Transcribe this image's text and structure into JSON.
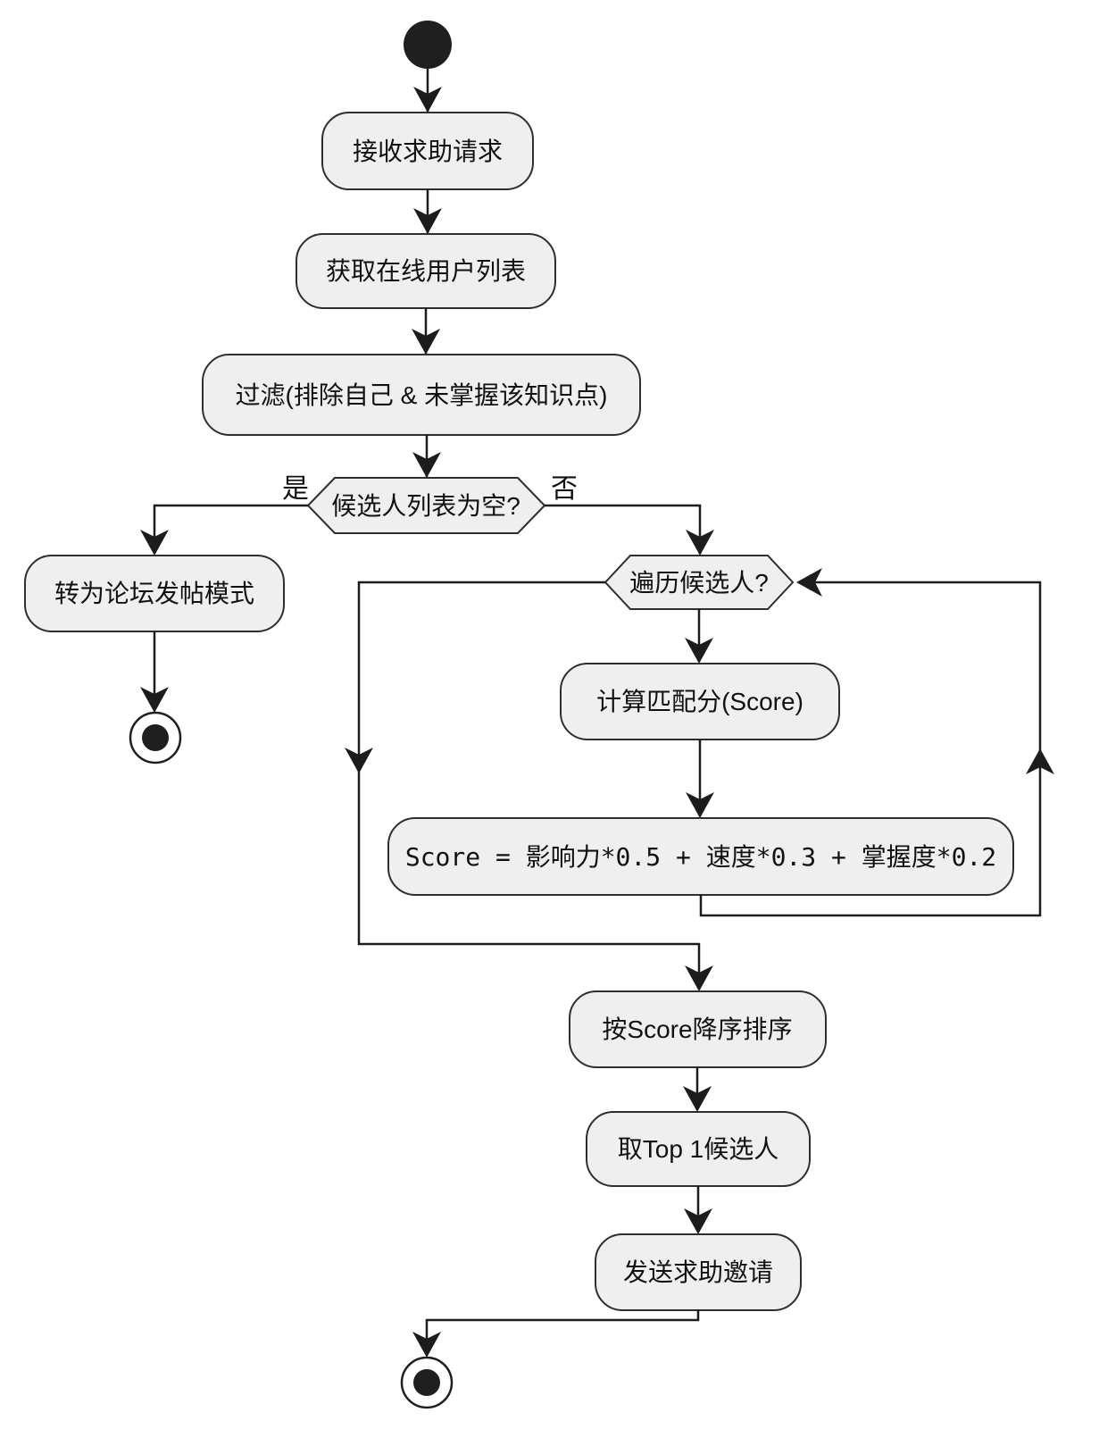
{
  "diagram": {
    "type": "activity-flowchart",
    "nodes": {
      "receive": "接收求助请求",
      "fetch_users": "获取在线用户列表",
      "filter": "过滤(排除自己 & 未掌握该知识点)",
      "empty_check": "候选人列表为空?",
      "forum_mode": "转为论坛发帖模式",
      "iterate_check": "遍历候选人?",
      "calc_score": "计算匹配分(Score)",
      "score_formula": "Score = 影响力*0.5 + 速度*0.3 + 掌握度*0.2",
      "sort": "按Score降序排序",
      "pick_top1": "取Top 1候选人",
      "send_invite": "发送求助邀请"
    },
    "edge_labels": {
      "yes": "是",
      "no": "否"
    },
    "colors": {
      "background": "#ffffff",
      "node_fill": "#efefef",
      "node_border": "#2e2e2e",
      "edge": "#1c1c1c",
      "text": "#111111"
    }
  }
}
